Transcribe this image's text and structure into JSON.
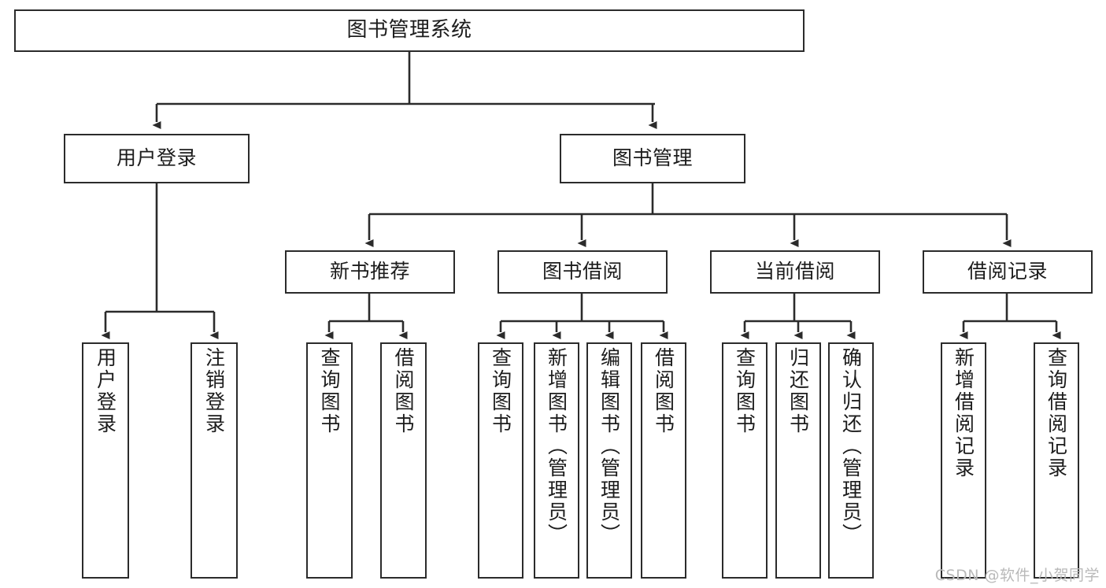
{
  "diagram": {
    "title": "图书管理系统",
    "type": "tree-hierarchy-chart",
    "watermark": "CSDN @软件_小贺同学",
    "line_color": "#2b2b2b",
    "box_fill": "#ffffff",
    "text_color": "#1c1c1c",
    "root": {
      "label": "图书管理系统"
    },
    "level2": [
      {
        "label": "用户登录"
      },
      {
        "label": "图书管理"
      }
    ],
    "level3": [
      {
        "label": "新书推荐"
      },
      {
        "label": "图书借阅"
      },
      {
        "label": "当前借阅"
      },
      {
        "label": "借阅记录"
      }
    ],
    "leaves": {
      "user_login": [
        {
          "label": "用户登录"
        },
        {
          "label": "注销登录"
        }
      ],
      "new_book_recommend": [
        {
          "label": "查询图书"
        },
        {
          "label": "借阅图书"
        }
      ],
      "book_borrow": [
        {
          "label": "查询图书"
        },
        {
          "label": "新增图书（管理员）"
        },
        {
          "label": "编辑图书（管理员）"
        },
        {
          "label": "借阅图书"
        }
      ],
      "current_borrow": [
        {
          "label": "查询图书"
        },
        {
          "label": "归还图书"
        },
        {
          "label": "确认归还（管理员）"
        }
      ],
      "borrow_record": [
        {
          "label": "新增借阅记录"
        },
        {
          "label": "查询借阅记录"
        }
      ]
    }
  }
}
